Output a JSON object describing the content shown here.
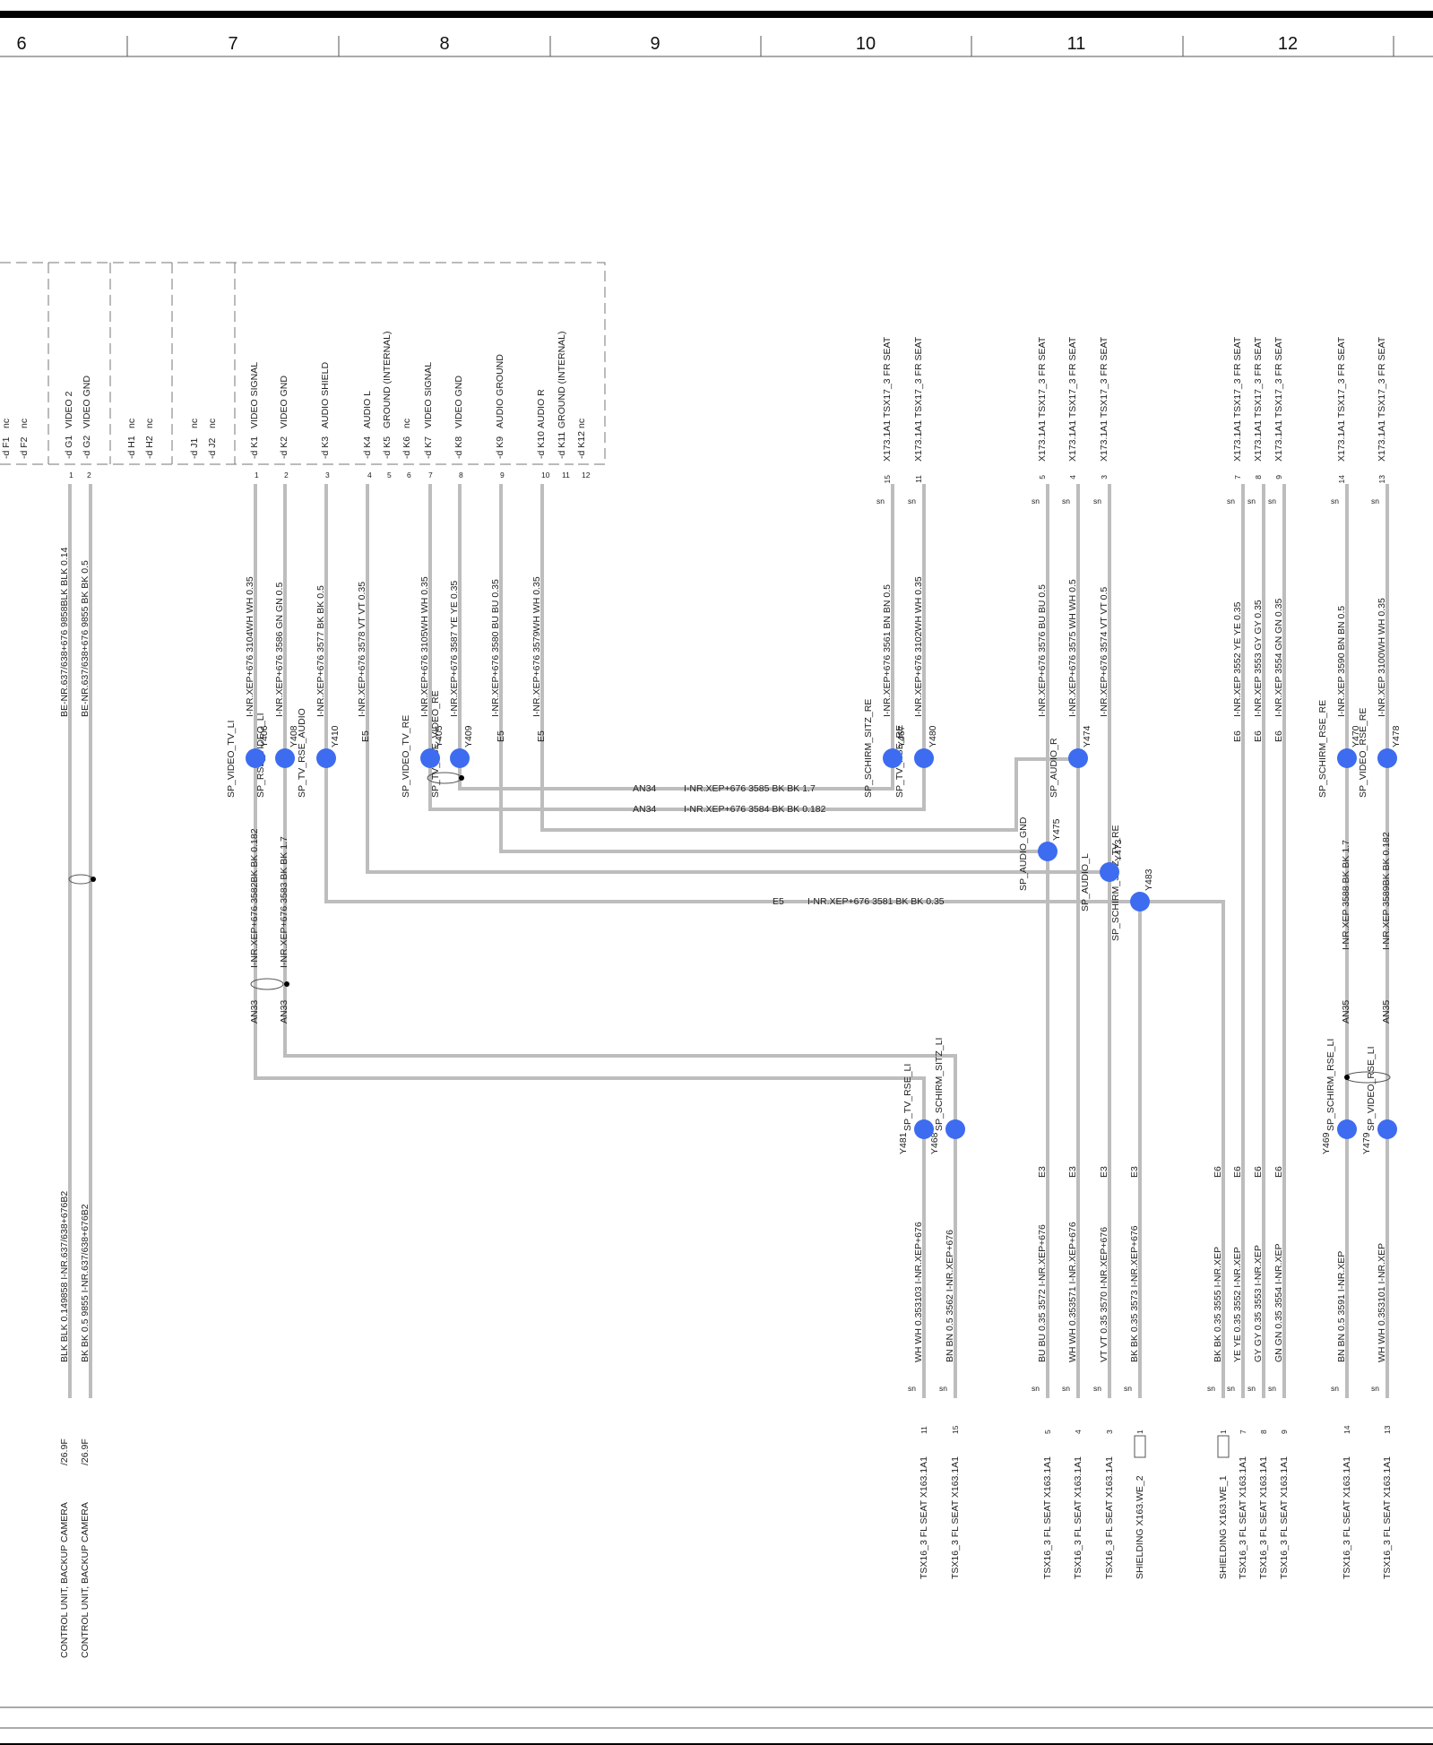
{
  "columns": [
    "6",
    "7",
    "8",
    "9",
    "10",
    "11",
    "12"
  ],
  "connectors": {
    "left_pins": [
      {
        "pin": "F1",
        "label": "nc"
      },
      {
        "pin": "F2",
        "label": "nc"
      },
      {
        "pin": "G1",
        "label": "VIDEO 2",
        "num": "1"
      },
      {
        "pin": "G2",
        "label": "VIDEO GND",
        "num": "2"
      },
      {
        "pin": "H1",
        "label": "nc"
      },
      {
        "pin": "H2",
        "label": "nc"
      },
      {
        "pin": "J1",
        "label": "nc"
      },
      {
        "pin": "J2",
        "label": "nc"
      }
    ],
    "k_pins": [
      {
        "pin": "K1",
        "label": "VIDEO SIGNAL",
        "num": "1"
      },
      {
        "pin": "K2",
        "label": "VIDEO GND",
        "num": "2"
      },
      {
        "pin": "K3",
        "label": "AUDIO SHIELD",
        "num": "3"
      },
      {
        "pin": "K4",
        "label": "AUDIO L",
        "num": "4"
      },
      {
        "pin": "K5",
        "label": "GROUND (INTERNAL)",
        "num": "5"
      },
      {
        "pin": "K6",
        "label": "nc",
        "num": "6"
      },
      {
        "pin": "K7",
        "label": "VIDEO SIGNAL",
        "num": "7"
      },
      {
        "pin": "K8",
        "label": "VIDEO GND",
        "num": "8"
      },
      {
        "pin": "K9",
        "label": "AUDIO GROUND",
        "num": "9"
      },
      {
        "pin": "K10",
        "label": "AUDIO R",
        "num": "10"
      },
      {
        "pin": "K11",
        "label": "GROUND (INTERNAL)",
        "num": "11"
      },
      {
        "pin": "K12",
        "label": "nc",
        "num": "12"
      }
    ]
  },
  "top_wires": [
    {
      "id": "G1",
      "text": "BE-NR.637/638+676   9858BLK BLK 0.14"
    },
    {
      "id": "G2",
      "text": "BE-NR.637/638+676   9855   BK BK 0.5"
    },
    {
      "id": "K1",
      "text": "I-NR.XEP+676   3104WH WH 0.35"
    },
    {
      "id": "K2",
      "text": "I-NR.XEP+676   3586   GN GN 0.5"
    },
    {
      "id": "K3",
      "text": "I-NR.XEP+676   3577   BK BK 0.5"
    },
    {
      "id": "K4",
      "text": "I-NR.XEP+676   3578   VT VT 0.35"
    },
    {
      "id": "K7",
      "text": "I-NR.XEP+676   3105WH WH 0.35"
    },
    {
      "id": "K8",
      "text": "I-NR.XEP+676   3587   YE YE 0.35"
    },
    {
      "id": "K9",
      "text": "I-NR.XEP+676   3580   BU BU 0.35"
    },
    {
      "id": "K10",
      "text": "I-NR.XEP+676   3579WH WH 0.35"
    },
    {
      "id": "FR15",
      "text": "I-NR.XEP+676   3561   BN BN 0.5"
    },
    {
      "id": "FR11",
      "text": "I-NR.XEP+676   3102WH WH 0.35"
    },
    {
      "id": "FR5",
      "text": "I-NR.XEP+676   3576   BU BU 0.5"
    },
    {
      "id": "FR4",
      "text": "I-NR.XEP+676   3575   WH WH 0.5"
    },
    {
      "id": "FR3",
      "text": "I-NR.XEP+676   3574   VT VT 0.5"
    },
    {
      "id": "FR7",
      "text": "I-NR.XEP   3552   YE YE 0.35"
    },
    {
      "id": "FR8",
      "text": "I-NR.XEP   3553   GY GY 0.35"
    },
    {
      "id": "FR9",
      "text": "I-NR.XEP   3554   GN GN 0.35"
    },
    {
      "id": "FR14",
      "text": "I-NR.XEP   3590   BN BN 0.5"
    },
    {
      "id": "FR13",
      "text": "I-NR.XEP   3100WH WH 0.35"
    }
  ],
  "fr_connectors": [
    {
      "pin": "15",
      "label": "X173.1A1   TSX17_3 FR SEAT"
    },
    {
      "pin": "11",
      "label": "X173.1A1   TSX17_3 FR SEAT"
    },
    {
      "pin": "5",
      "label": "X173.1A1   TSX17_3 FR SEAT"
    },
    {
      "pin": "4",
      "label": "X173.1A1   TSX17_3 FR SEAT"
    },
    {
      "pin": "3",
      "label": "X173.1A1   TSX17_3 FR SEAT"
    },
    {
      "pin": "7",
      "label": "X173.1A1   TSX17_3 FR SEAT"
    },
    {
      "pin": "8",
      "label": "X173.1A1   TSX17_3 FR SEAT"
    },
    {
      "pin": "9",
      "label": "X173.1A1   TSX17_3 FR SEAT"
    },
    {
      "pin": "14",
      "label": "X173.1A1   TSX17_3 FR SEAT"
    },
    {
      "pin": "13",
      "label": "X173.1A1   TSX17_3 FR SEAT"
    }
  ],
  "sn": "sn",
  "splices_top": [
    {
      "id": "Y406",
      "label": "SP_VIDEO_TV_LI"
    },
    {
      "id": "Y408",
      "label": "SP_RSE_VIDEO_LI"
    },
    {
      "id": "Y410",
      "label": "SP_TV_RSE_AUDIO"
    },
    {
      "id": "Y405",
      "label": "SP_VIDEO_TV_RE"
    },
    {
      "id": "Y409",
      "label": "SP_TV_RSE_VIDEO_RE"
    },
    {
      "id": "Y467",
      "label": "SP_SCHIRM_SITZ_RE"
    },
    {
      "id": "Y480",
      "label": "SP_TV_RSE_RE"
    },
    {
      "id": "Y474",
      "label": "SP_AUDIO_R"
    },
    {
      "id": "Y475",
      "label": "SP_AUDIO_GND"
    },
    {
      "id": "Y473",
      "label": "SP_AUDIO_L"
    },
    {
      "id": "Y483",
      "label": "SP_SCHIRM_SITZ_TV_RE"
    },
    {
      "id": "Y470",
      "label": "SP_SCHIRM_RSE_RE"
    },
    {
      "id": "Y478",
      "label": "SP_VIDEO_RSE_RE"
    }
  ],
  "splices_bottom": [
    {
      "id": "Y481",
      "label": "SP_TV_RSE_LI"
    },
    {
      "id": "Y468",
      "label": "SP_SCHIRM_SITZ_LI"
    },
    {
      "id": "Y469",
      "label": "SP_SCHIRM_RSE_LI"
    },
    {
      "id": "Y479",
      "label": "SP_VIDEO_RSE_LI"
    }
  ],
  "mid_labels": {
    "e5": "E5",
    "e6": "E6",
    "e3": "E3",
    "an33": "AN33",
    "an34": "AN34",
    "an35": "AN35",
    "k1_lower": "I-NR.XEP+676   3582BK BK 0.182",
    "k2_lower": "I-NR.XEP+676   3583   BK BK 1.7",
    "an34_1": "I-NR.XEP+676   3585    BK BK 1.7",
    "an34_2": "I-NR.XEP+676   3584 BK BK 0.182",
    "e5_wire": "I-NR.XEP+676   3581   BK  BK 0.35",
    "y470_lower": "I-NR.XEP   3588   BK BK 1.7",
    "y478_lower": "I-NR.XEP   3589BK BK 0.182"
  },
  "bottom_wires": [
    {
      "id": "G1b",
      "text": "BLK BLK 0.149858 I-NR.637/638+676B2"
    },
    {
      "id": "G2b",
      "text": "BK BK 0.5   9855 I-NR.637/638+676B2"
    },
    {
      "id": "B11",
      "text": "WH WH 0.353103   I-NR.XEP+676"
    },
    {
      "id": "B15",
      "text": "BN BN 0.5   3562   I-NR.XEP+676"
    },
    {
      "id": "B5",
      "text": "BU BU 0.35   3572   I-NR.XEP+676"
    },
    {
      "id": "B4",
      "text": "WH WH 0.353571   I-NR.XEP+676"
    },
    {
      "id": "B3",
      "text": "VT VT 0.35   3570   I-NR.XEP+676"
    },
    {
      "id": "BS2",
      "text": "BK BK 0.35   3573   I-NR.XEP+676"
    },
    {
      "id": "BS1",
      "text": "BK BK 0.35   3555   I-NR.XEP"
    },
    {
      "id": "B7",
      "text": "YE YE 0.35   3552   I-NR.XEP"
    },
    {
      "id": "B8",
      "text": "GY GY 0.35   3553   I-NR.XEP"
    },
    {
      "id": "B9",
      "text": "GN GN 0.35 3554   I-NR.XEP"
    },
    {
      "id": "B14",
      "text": "BN BN 0.5   3591   I-NR.XEP"
    },
    {
      "id": "B13",
      "text": "WH WH 0.353101   I-NR.XEP"
    }
  ],
  "bottom_connectors": [
    {
      "pin": "11",
      "label": "TSX16_3 FL SEAT   X163.1A1"
    },
    {
      "pin": "15",
      "label": "TSX16_3 FL SEAT   X163.1A1"
    },
    {
      "pin": "5",
      "label": "TSX16_3 FL SEAT   X163.1A1"
    },
    {
      "pin": "4",
      "label": "TSX16_3 FL SEAT   X163.1A1"
    },
    {
      "pin": "3",
      "label": "TSX16_3 FL SEAT   X163.1A1"
    },
    {
      "pin": "1",
      "label": "SHIELDING   X163.WE_2"
    },
    {
      "pin": "1",
      "label": "SHIELDING   X163.WE_1"
    },
    {
      "pin": "7",
      "label": "TSX16_3 FL SEAT   X163.1A1"
    },
    {
      "pin": "8",
      "label": "TSX16_3 FL SEAT   X163.1A1"
    },
    {
      "pin": "9",
      "label": "TSX16_3 FL SEAT   X163.1A1"
    },
    {
      "pin": "14",
      "label": "TSX16_3 FL SEAT   X163.1A1"
    },
    {
      "pin": "13",
      "label": "TSX16_3 FL SEAT   X163.1A1"
    }
  ],
  "camera": [
    {
      "ref": "/26.9F",
      "label": "CONTROL UNIT, BACKUP CAMERA"
    },
    {
      "ref": "/26.9F",
      "label": "CONTROL UNIT, BACKUP CAMERA"
    }
  ],
  "colors": {
    "splice": "#3d6cf0",
    "wire": "#bdbdbd",
    "line": "#555555"
  }
}
